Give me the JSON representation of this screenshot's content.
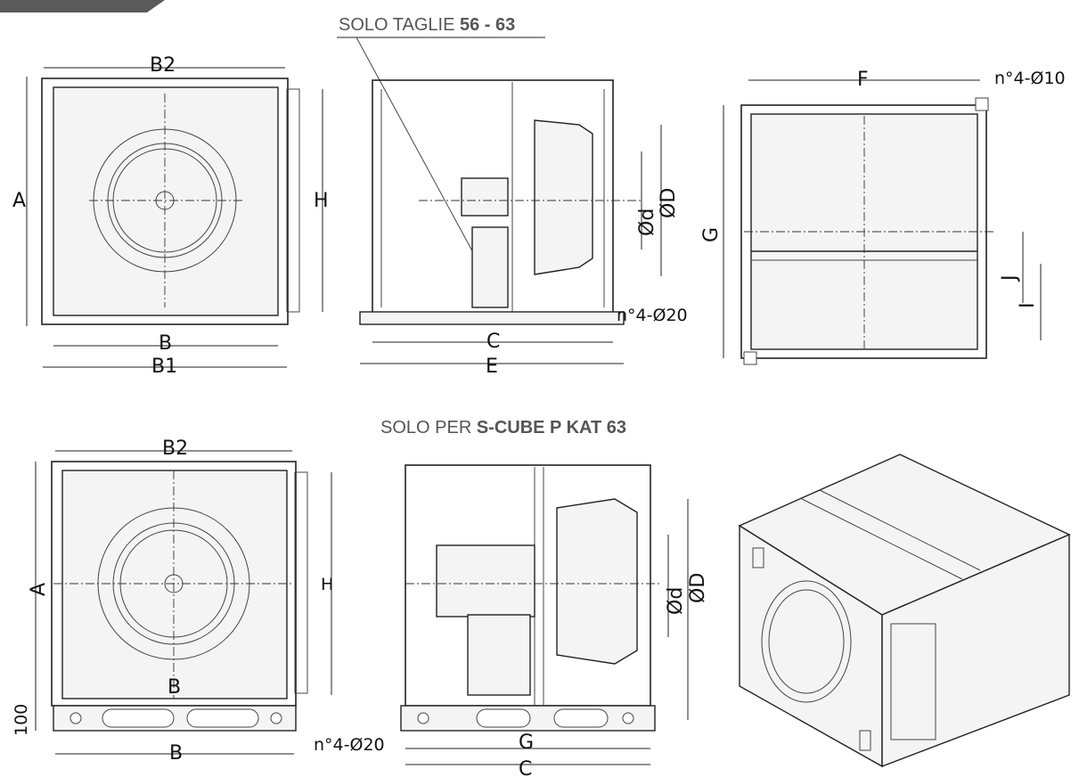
{
  "header_tab_color": "#5a5a5a",
  "notes": {
    "sizes_prefix": "SOLO TAGLIE ",
    "sizes_bold": "56 - 63",
    "model_prefix": "SOLO PER ",
    "model_bold": "S-CUBE P KAT 63"
  },
  "labels": {
    "a": "A",
    "b": "B",
    "b1": "B1",
    "b2": "B2",
    "c": "C",
    "e": "E",
    "f": "F",
    "g": "G",
    "h": "H",
    "i": "I",
    "j": "J",
    "d_inner": "Ød",
    "d_outer": "ØD",
    "holes_10": "n°4-Ø10",
    "holes_20": "n°4-Ø20",
    "base_height": "100"
  }
}
